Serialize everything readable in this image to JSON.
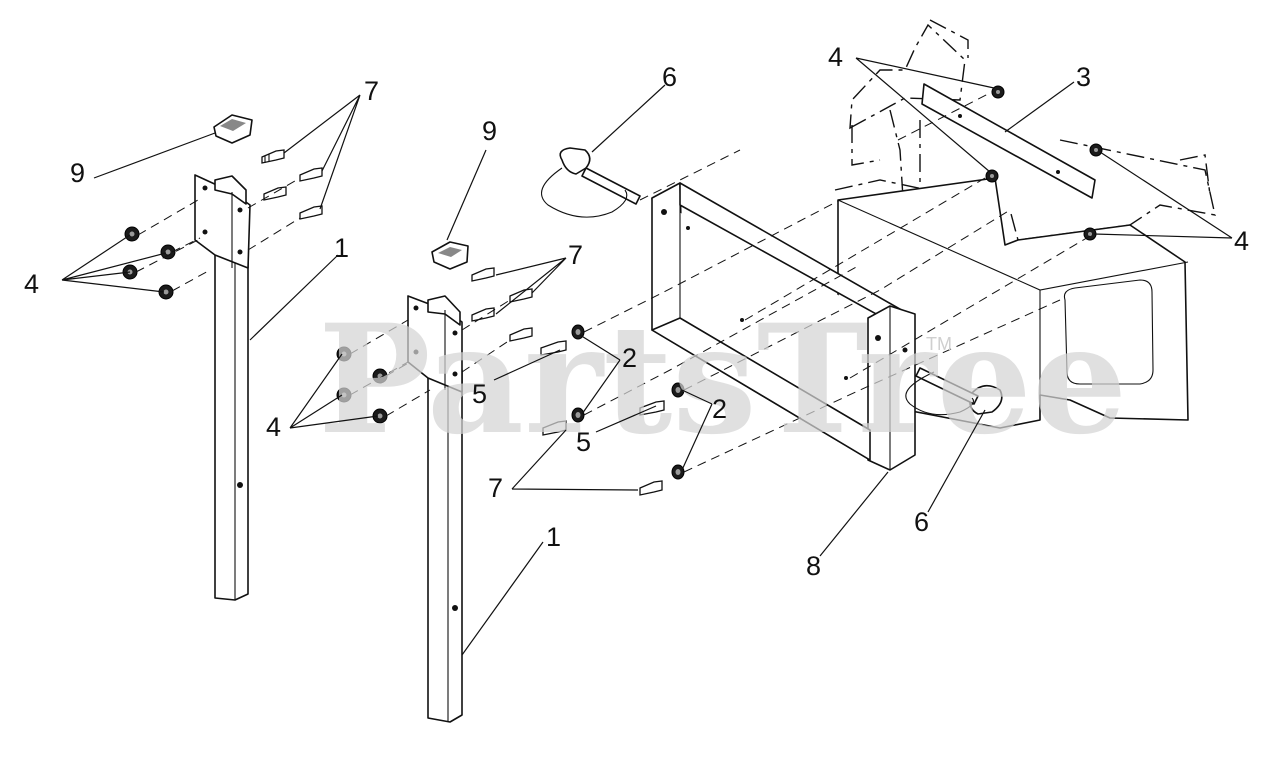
{
  "watermark": {
    "text": "PartsTree",
    "tm": "TM"
  },
  "callouts": {
    "c1a": "1",
    "c1b": "1",
    "c2a": "2",
    "c2b": "2",
    "c3": "3",
    "c4a": "4",
    "c4b": "4",
    "c4c": "4",
    "c4d": "4",
    "c5a": "5",
    "c5b": "5",
    "c6a": "6",
    "c6b": "6",
    "c7a": "7",
    "c7b": "7",
    "c7c": "7",
    "c8": "8",
    "c9a": "9",
    "c9b": "9"
  }
}
